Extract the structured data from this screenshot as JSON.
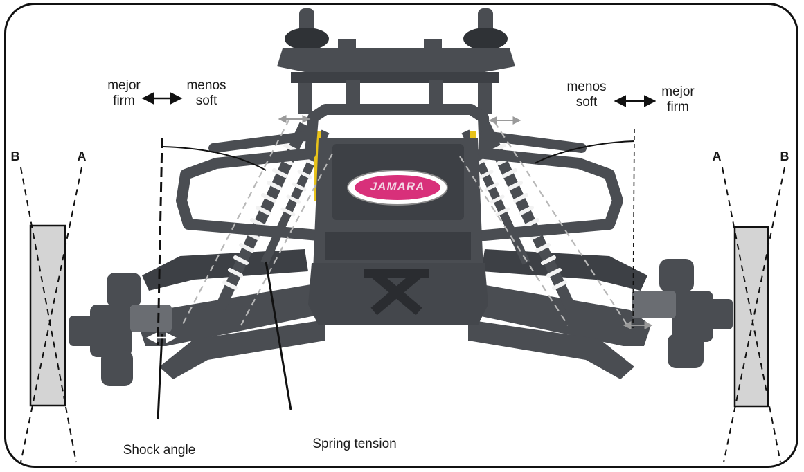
{
  "left_adjust": {
    "stiffer_line1": "mejor",
    "stiffer_line2": "firm",
    "softer_line1": "menos",
    "softer_line2": "soft"
  },
  "right_adjust": {
    "softer_line1": "menos",
    "softer_line2": "soft",
    "stiffer_line1": "mejor",
    "stiffer_line2": "firm"
  },
  "left_wheel": {
    "outer_label": "B",
    "inner_label": "A"
  },
  "right_wheel": {
    "inner_label": "A",
    "outer_label": "B"
  },
  "badge": "JAMARA",
  "callouts": {
    "shock_angle": "Shock angle",
    "spring_tension": "Spring tension"
  },
  "colors": {
    "chassis": "#4a4d52",
    "chassis_dark": "#2f3236",
    "spring": "#f2f2f2",
    "wheel_box": "#d4d4d4",
    "badge": "#d8307a",
    "accent_yellow": "#e8c21a"
  }
}
